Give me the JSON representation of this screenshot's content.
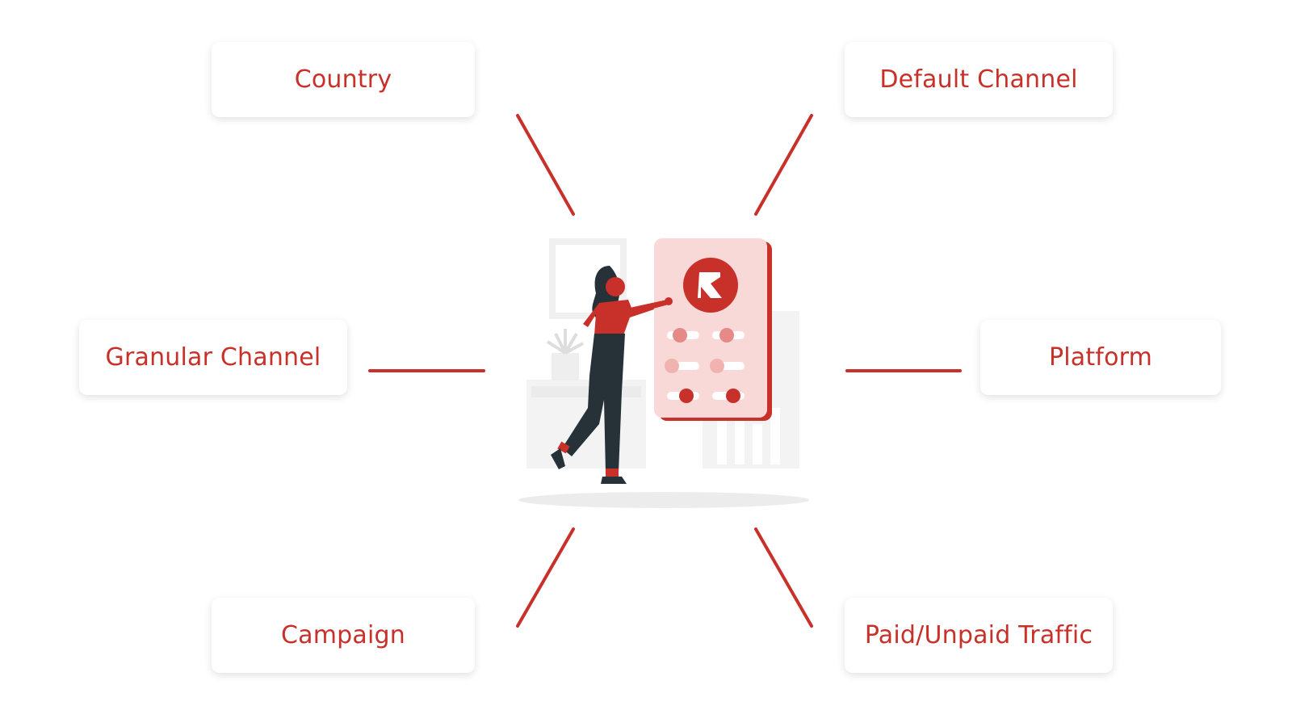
{
  "nodes": {
    "country": "Country",
    "default_channel": "Default Channel",
    "granular_channel": "Granular Channel",
    "platform": "Platform",
    "campaign": "Campaign",
    "paid_unpaid_traffic": "Paid/Unpaid Traffic"
  },
  "colors": {
    "accent": "#c8302a",
    "dark": "#263238",
    "light_panel": "#f2f2f2",
    "phone_bg": "#f8d9d7"
  },
  "illustration": {
    "description_icon": "person-tapping-phone-illustration",
    "logo_icon": "r-logo-icon"
  }
}
